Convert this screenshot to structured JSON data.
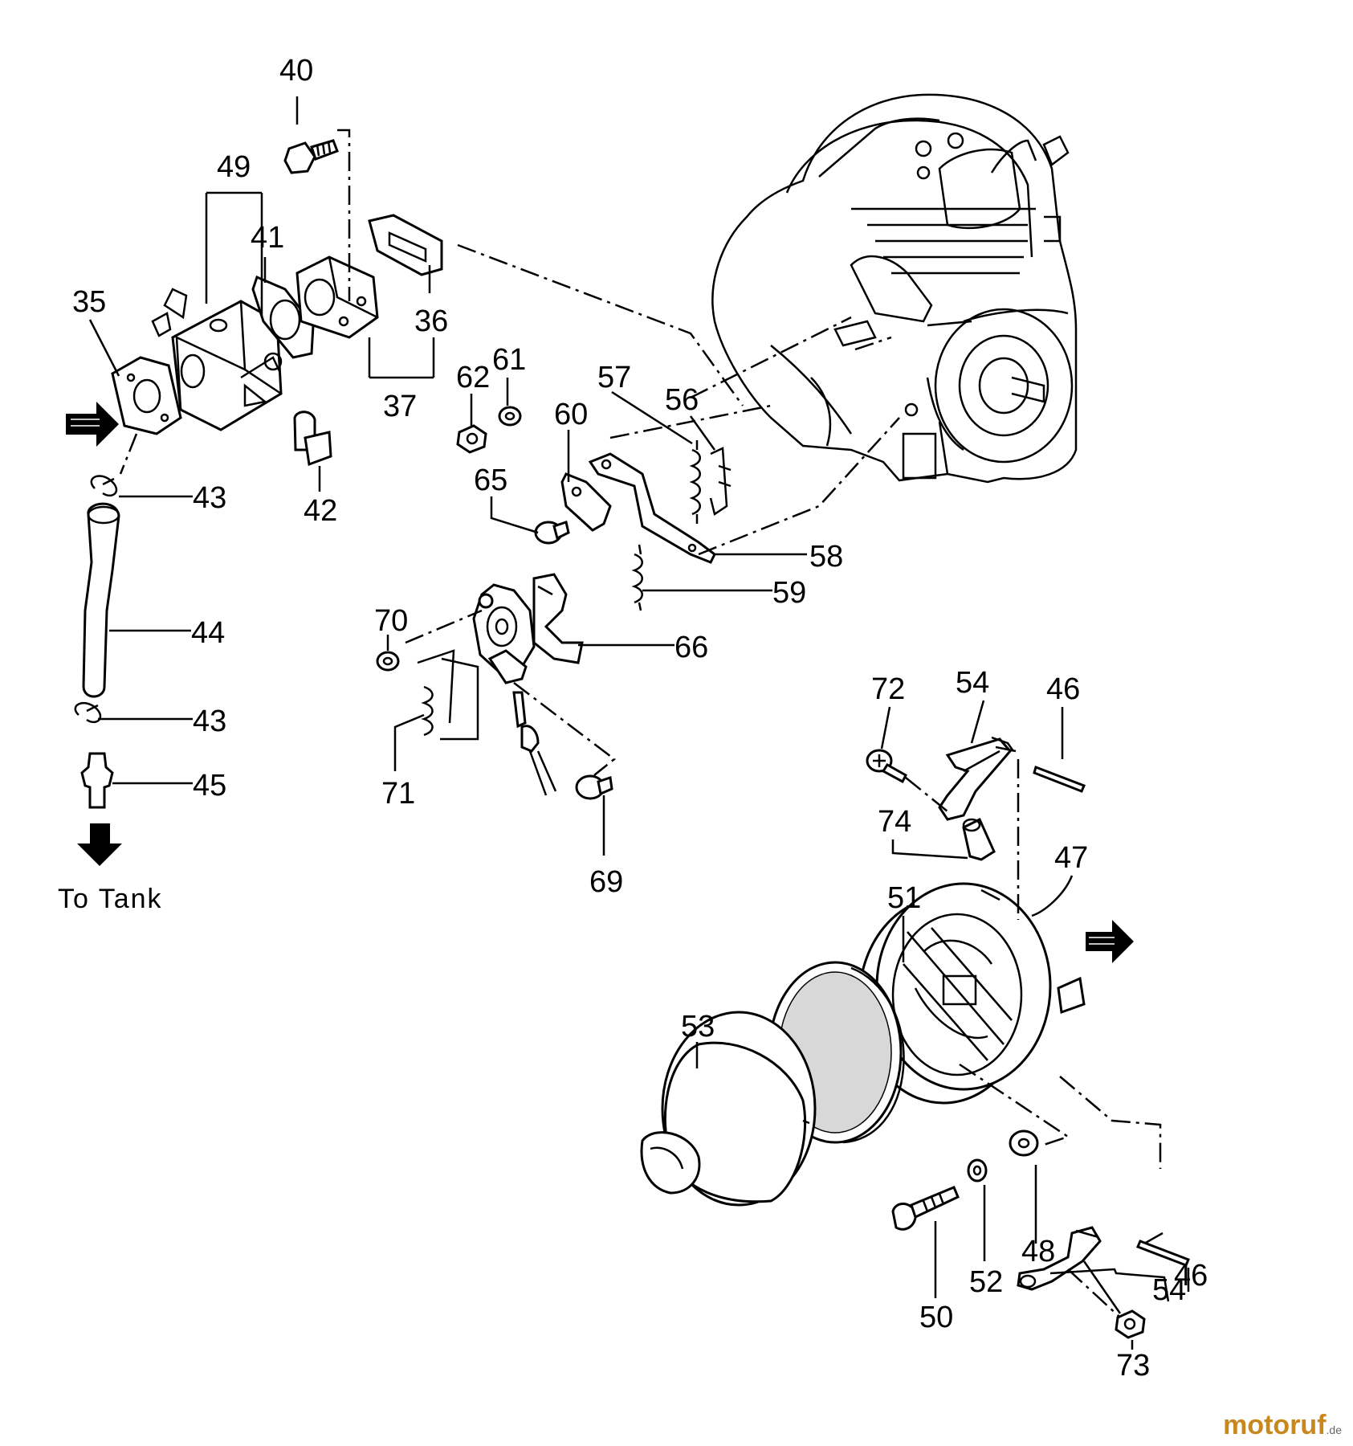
{
  "labels": {
    "l35": "35",
    "l36": "36",
    "l37": "37",
    "l40": "40",
    "l41": "41",
    "l42": "42",
    "l43a": "43",
    "l43b": "43",
    "l44": "44",
    "l45": "45",
    "l46a": "46",
    "l46b": "46",
    "l47": "47",
    "l48": "48",
    "l49": "49",
    "l50": "50",
    "l51": "51",
    "l52": "52",
    "l53": "53",
    "l54a": "54",
    "l54b": "54",
    "l56": "56",
    "l57": "57",
    "l58": "58",
    "l59": "59",
    "l60": "60",
    "l61": "61",
    "l62": "62",
    "l65": "65",
    "l66": "66",
    "l69": "69",
    "l70": "70",
    "l71": "71",
    "l72": "72",
    "l73": "73",
    "l74": "74"
  },
  "annotations": {
    "to_tank": "To Tank"
  },
  "watermark": {
    "brand": "motoruf",
    "tld": ".de"
  }
}
